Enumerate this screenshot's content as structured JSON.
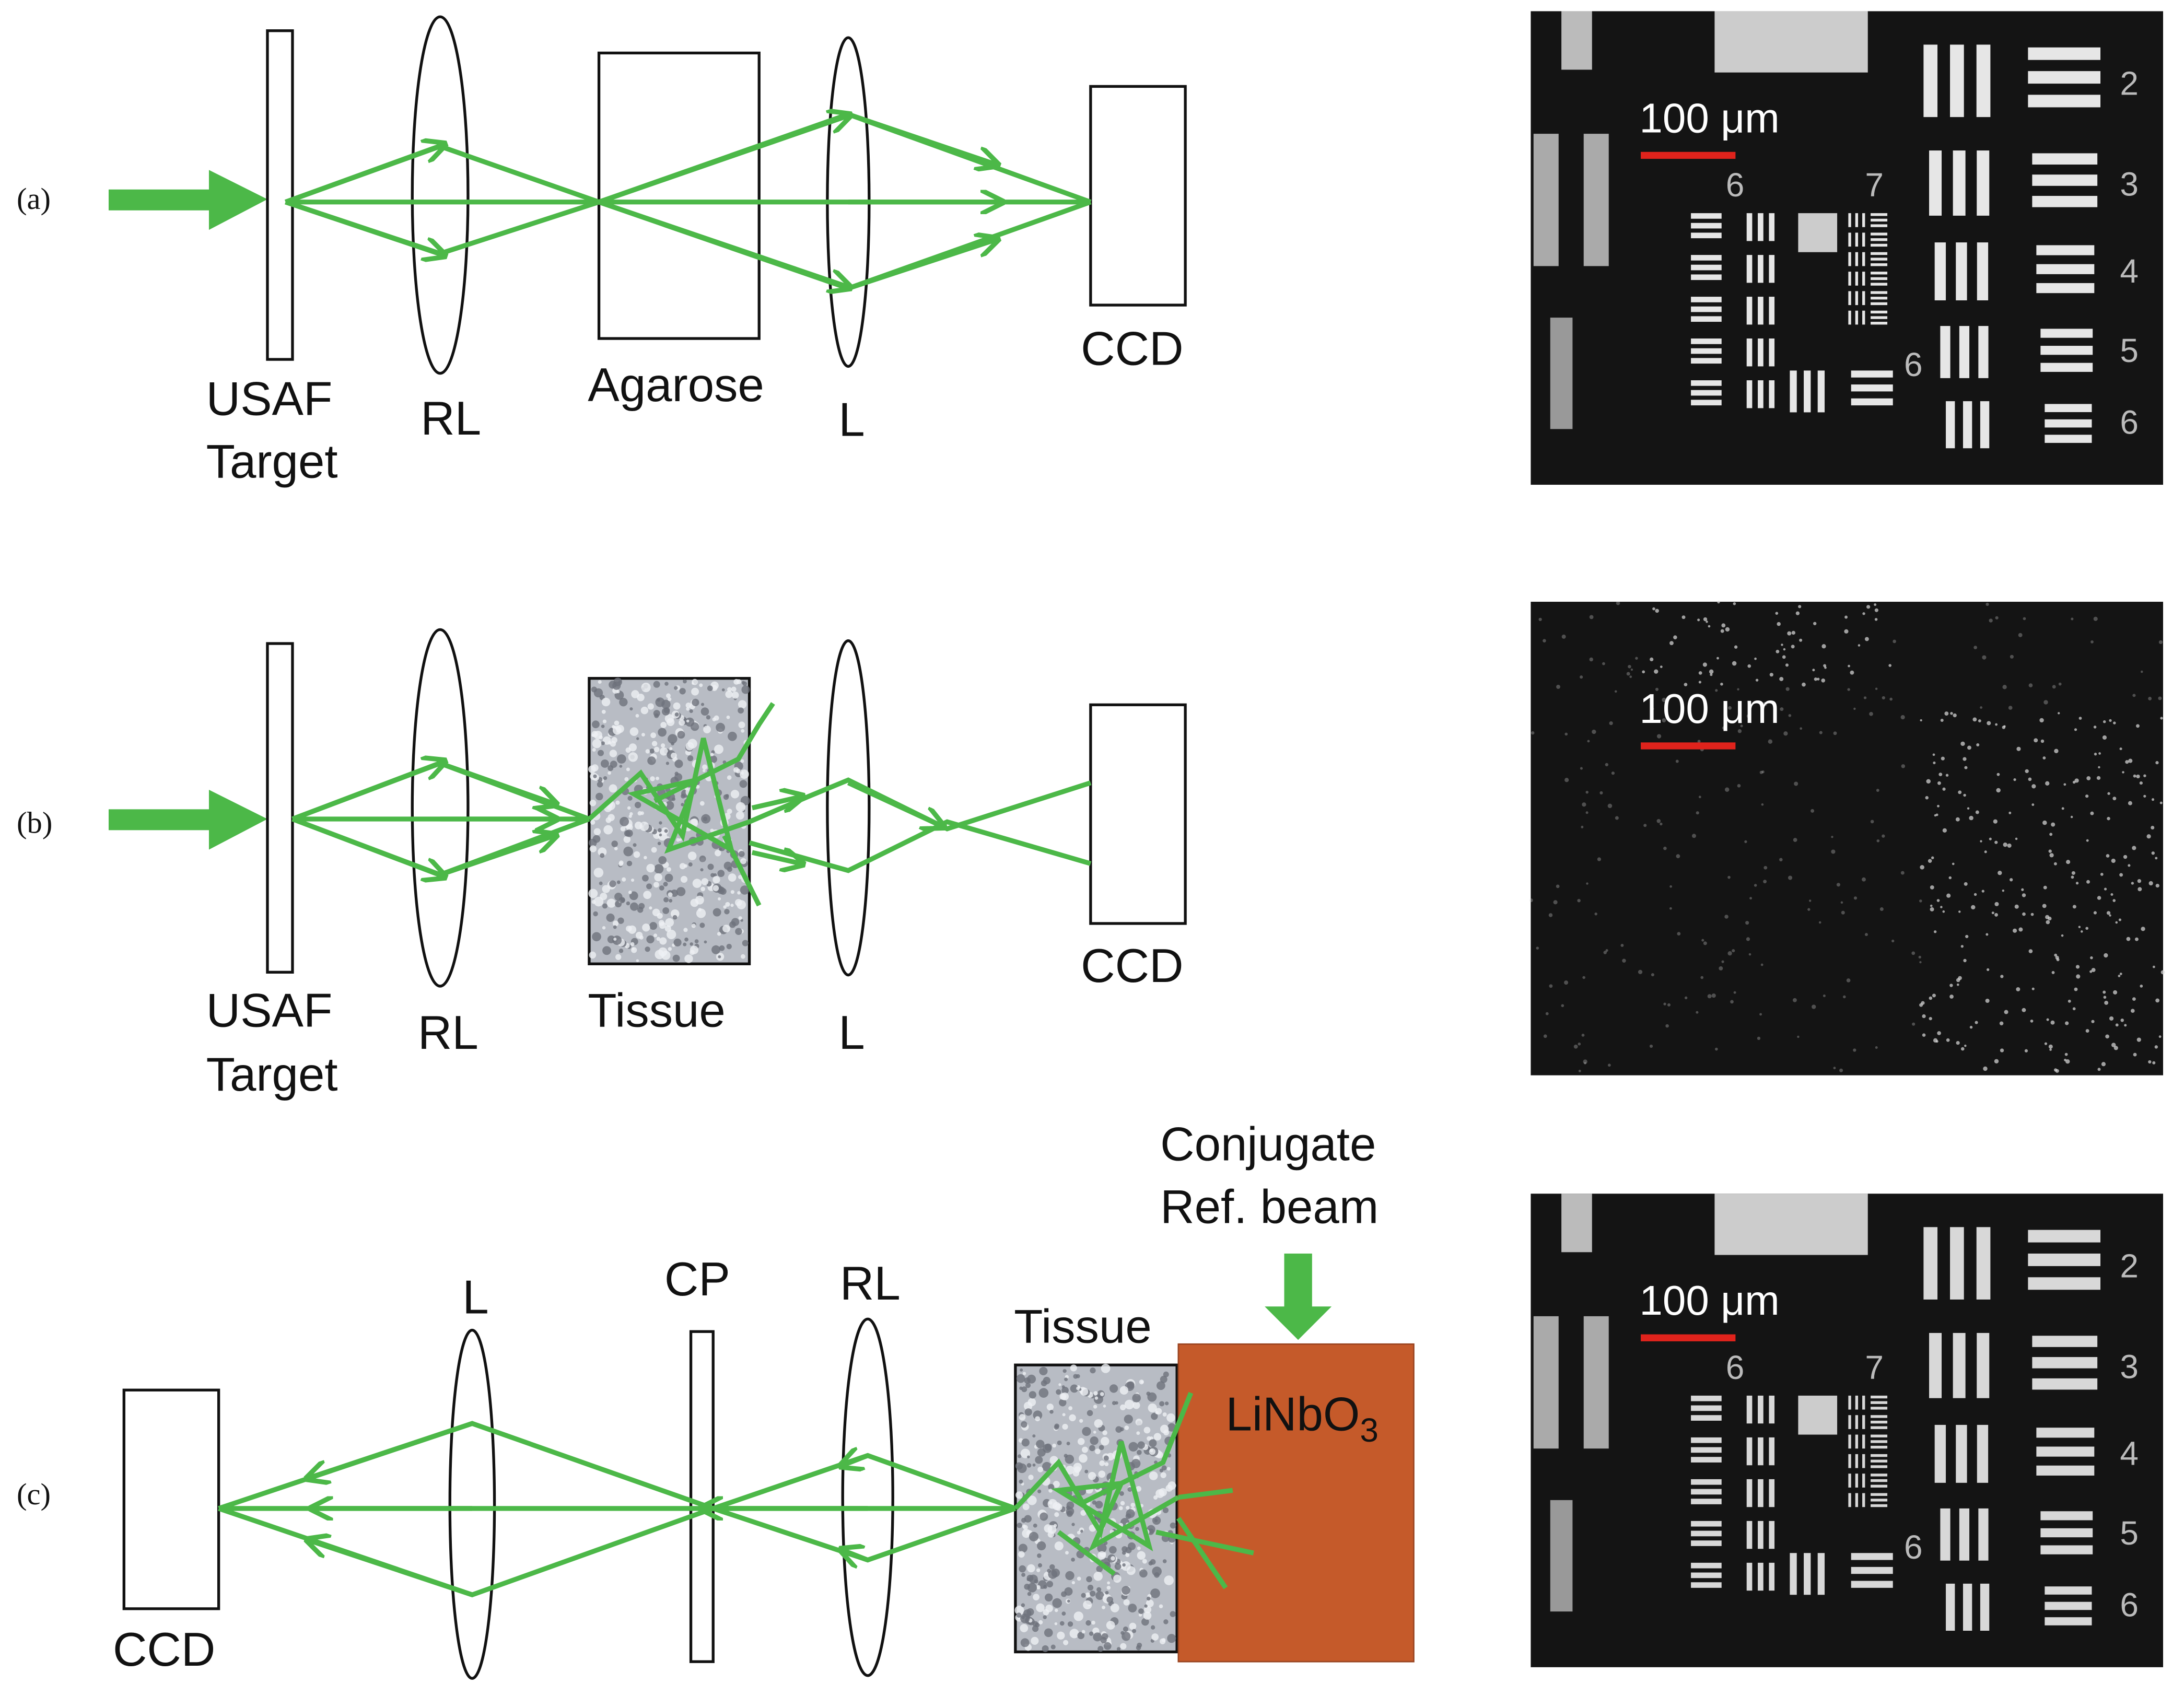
{
  "panels": {
    "a": {
      "label": "(a)",
      "usaf_1": "USAF",
      "usaf_2": "Target",
      "rl": "RL",
      "medium": "Agarose",
      "l": "L",
      "ccd": "CCD"
    },
    "b": {
      "label": "(b)",
      "usaf_1": "USAF",
      "usaf_2": "Target",
      "rl": "RL",
      "medium": "Tissue",
      "l": "L",
      "ccd": "CCD"
    },
    "c": {
      "label": "(c)",
      "ccd": "CCD",
      "l": "L",
      "cp": "CP",
      "rl": "RL",
      "medium": "Tissue",
      "crystal": "LiNbO",
      "crystal_sub": "3",
      "ref_1": "Conjugate",
      "ref_2": "Ref. beam"
    }
  },
  "images": {
    "scale_bar": "100 μm",
    "group_numbers_right": [
      "2",
      "3",
      "4",
      "5",
      "6"
    ],
    "group_labels": [
      "6",
      "7",
      "6"
    ]
  },
  "colors": {
    "ray": "#4cb848",
    "crystal": "#c55a2a",
    "scale_bar": "#e0231c",
    "image_bg": "#141414"
  }
}
